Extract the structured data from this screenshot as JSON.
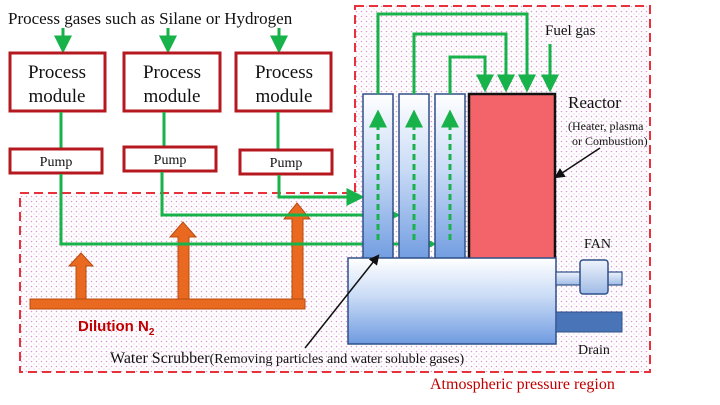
{
  "header": {
    "text": "Process gases such as Silane  or Hydrogen"
  },
  "modules": [
    {
      "title_line1": "Process",
      "title_line2": "module",
      "pump_label": "Pump"
    },
    {
      "title_line1": "Process",
      "title_line2": "module",
      "pump_label": "Pump"
    },
    {
      "title_line1": "Process",
      "title_line2": "module",
      "pump_label": "Pump"
    }
  ],
  "fuel_gas": {
    "label": "Fuel gas"
  },
  "reactor": {
    "title": "Reactor",
    "note_line1": "(Heater, plasma",
    "note_line2": "or Combustion)"
  },
  "fan": {
    "label": "FAN"
  },
  "drain": {
    "label": "Drain"
  },
  "dilution": {
    "label": "Dilution N",
    "subscript": "2"
  },
  "scrubber": {
    "label": "Water Scrubber",
    "note": "(Removing particles and water soluble gases)"
  },
  "region": {
    "label": "Atmospheric pressure region"
  },
  "colors": {
    "module_border": "#b5191f",
    "flow_green": "#17b24a",
    "dilution_orange": "#e8691f",
    "region_dash": "#e8313a",
    "region_dots": "#d99bd3",
    "reactor_fill": "#f2646a",
    "scrubber_blue": "#8fb3ea",
    "drain_blue": "#4a74b8",
    "label_red": "#c00000"
  }
}
